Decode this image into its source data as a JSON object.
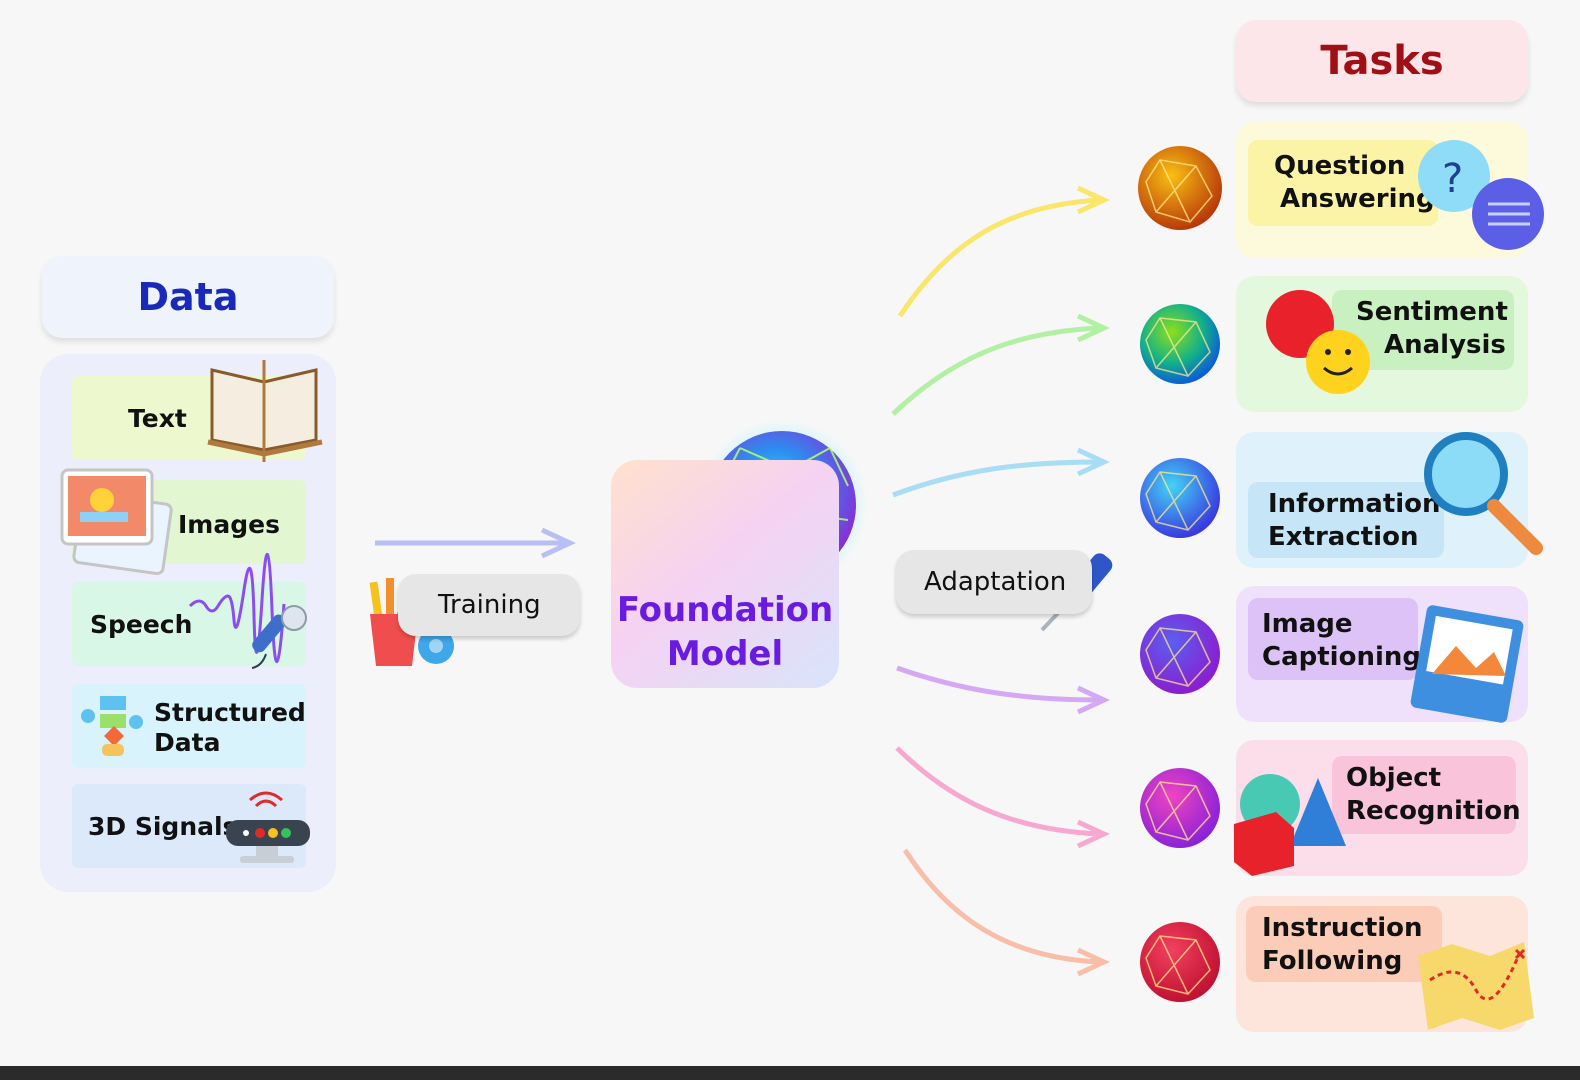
{
  "data_section": {
    "title": "Data",
    "items": [
      {
        "label": "Text",
        "color": "#eef8cf"
      },
      {
        "label": "Images",
        "color": "#e2f7d1"
      },
      {
        "label": "Speech",
        "color": "#d9f7e7"
      },
      {
        "label_line1": "Structured",
        "label_line2": "Data",
        "color": "#d8f3fb"
      },
      {
        "label": "3D Signals",
        "color": "#dbe9fb"
      }
    ]
  },
  "training": {
    "label": "Training"
  },
  "foundation_model": {
    "line1": "Foundation",
    "line2": "Model"
  },
  "adaptation": {
    "label": "Adaptation"
  },
  "tasks_section": {
    "title": "Tasks",
    "items": [
      {
        "line1": "Question",
        "line2": "Answering",
        "card_color": "#fdfadb",
        "pill_color": "#fbf4a6",
        "arrow_color": "#f9e66a"
      },
      {
        "line1": "Sentiment",
        "line2": "Analysis",
        "card_color": "#e3f8dd",
        "pill_color": "#c8f0c0",
        "arrow_color": "#b2f0a4"
      },
      {
        "line1": "Information",
        "line2": "Extraction",
        "card_color": "#dff1fb",
        "pill_color": "#c6e6f8",
        "arrow_color": "#a8ddf5"
      },
      {
        "line1": "Image",
        "line2": "Captioning",
        "card_color": "#efe1fb",
        "pill_color": "#ddc2f7",
        "arrow_color": "#d5a8f5"
      },
      {
        "line1": "Object",
        "line2": "Recognition",
        "card_color": "#fcdeea",
        "pill_color": "#f9c3da",
        "arrow_color": "#f6a8d0"
      },
      {
        "line1": "Instruction",
        "line2": "Following",
        "card_color": "#fde5dc",
        "pill_color": "#fbccb8",
        "arrow_color": "#f9bea8"
      }
    ]
  }
}
